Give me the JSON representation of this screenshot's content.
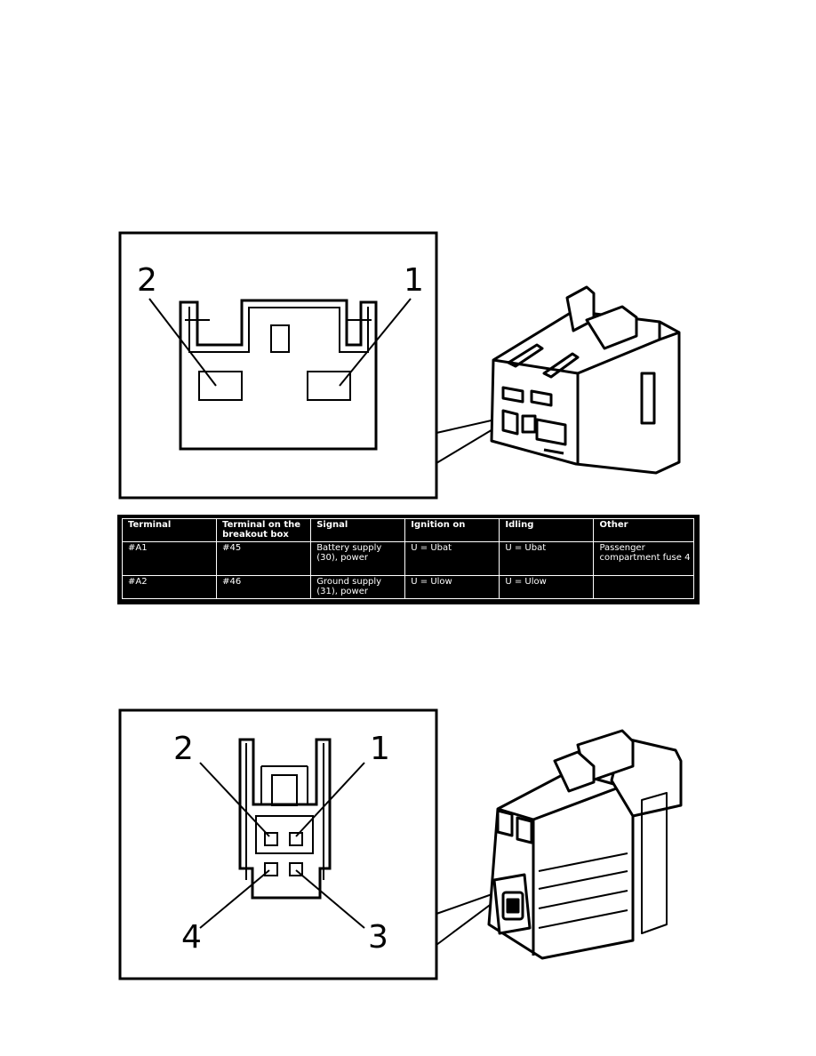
{
  "figure1": {
    "callouts": [
      "2",
      "1"
    ]
  },
  "table": {
    "headers": [
      "Terminal",
      "Terminal on the breakout box",
      "Signal",
      "Ignition on",
      "Idling",
      "Other"
    ],
    "rows": [
      [
        "#A1",
        "#45",
        "Battery supply (30), power",
        "U = Ubat",
        "U = Ubat",
        "Passenger compartment fuse 4"
      ],
      [
        "#A2",
        "#46",
        "Ground supply (31), power",
        "U = Ulow",
        "U = Ulow",
        ""
      ]
    ]
  },
  "figure2": {
    "callouts": [
      "2",
      "1",
      "4",
      "3"
    ]
  }
}
